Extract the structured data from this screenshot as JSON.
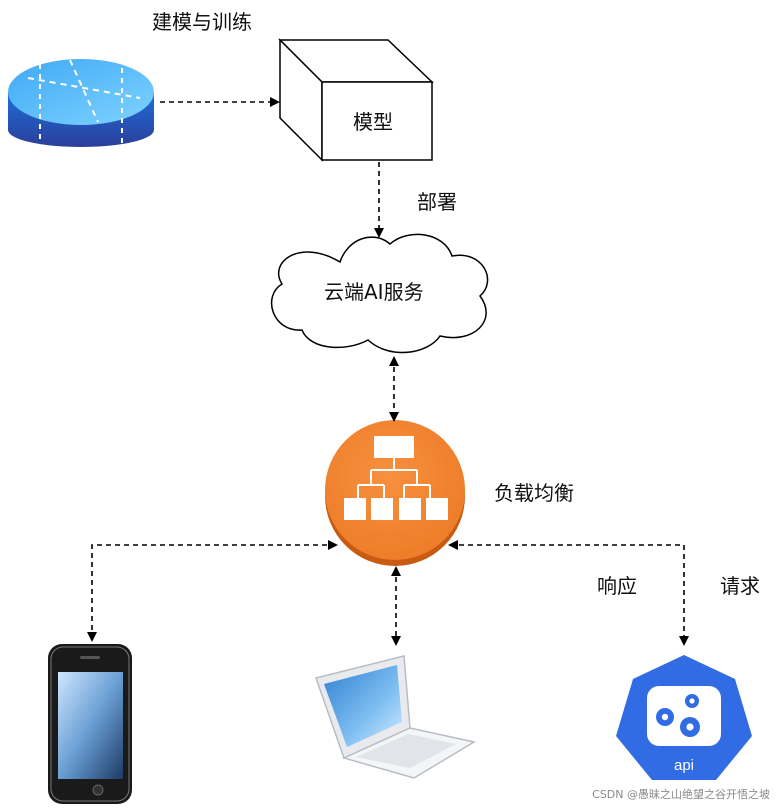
{
  "labels": {
    "train": "建模与训练",
    "model": "模型",
    "deploy": "部署",
    "cloud": "云端AI服务",
    "load_balancer": "负载均衡",
    "response": "响应",
    "request": "请求",
    "api": "api"
  },
  "watermark": "CSDN @愚昧之山绝望之谷开悟之坡",
  "colors": {
    "load_balancer": "#F58534",
    "api_badge": "#326CE5",
    "database": "#2F6BC6"
  }
}
